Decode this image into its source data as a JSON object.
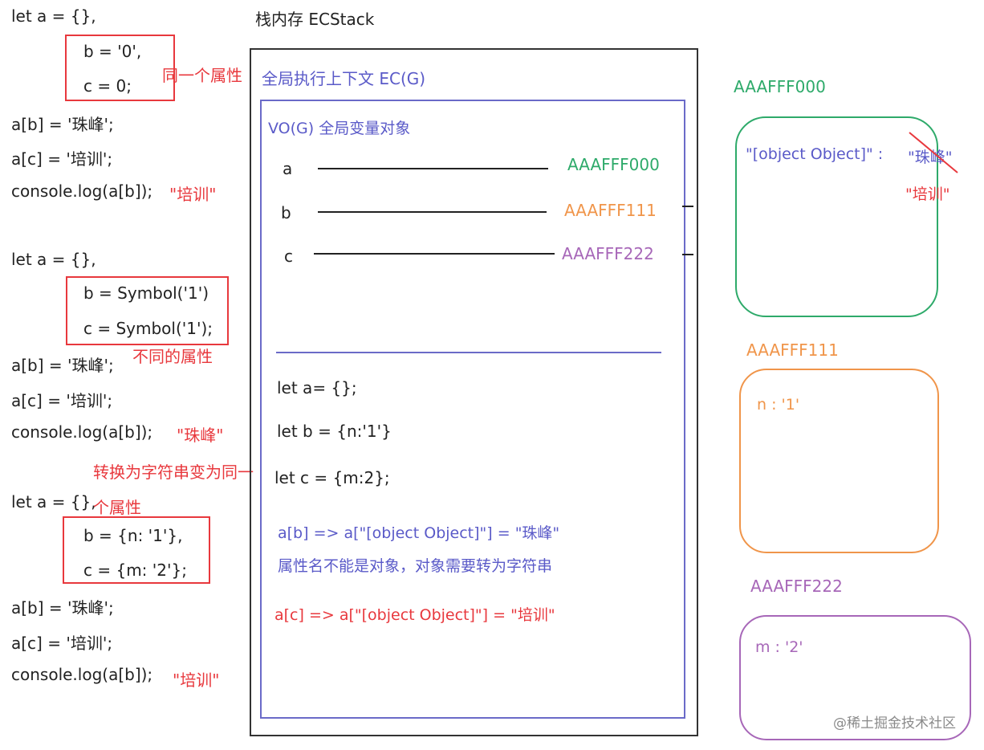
{
  "left": {
    "ex1": {
      "l1": "let a = {},",
      "l2": "b = '0',",
      "l3": "c = 0;",
      "note": "同一个属性",
      "l4": "a[b] = '珠峰';",
      "l5": "a[c] = '培训';",
      "l6": "console.log(a[b]);",
      "result": "\"培训\""
    },
    "ex2": {
      "l1": "let a = {},",
      "l2": "b = Symbol('1')",
      "l3": "c = Symbol('1');",
      "note": "不同的属性",
      "l4": "a[b] = '珠峰';",
      "l5": "a[c] = '培训';",
      "l6": "console.log(a[b]);",
      "result": "\"珠峰\""
    },
    "ex3": {
      "note1": "转换为字符串变为同一",
      "l1": "let a = {},",
      "note2": "个属性",
      "l2": "b = {n: '1'},",
      "l3": "c = {m: '2'};",
      "l4": "a[b] = '珠峰';",
      "l5": "a[c] = '培训';",
      "l6": "console.log(a[b]);",
      "result": "\"培训\""
    }
  },
  "stack": {
    "title": "栈内存 ECStack",
    "ec_title": "全局执行上下文 EC(G)",
    "vo_title": "VO(G) 全局变量对象",
    "vars": [
      {
        "name": "a",
        "addr": "AAAFFF000"
      },
      {
        "name": "b",
        "addr": "AAAFFF111"
      },
      {
        "name": "c",
        "addr": "AAAFFF222"
      }
    ],
    "code1": "let a= {};",
    "code2": "let b = {n:'1'}",
    "code3": "let c = {m:2};",
    "explain1": "a[b] => a[\"[object Object]\"] = \"珠峰\"",
    "explain2": "属性名不能是对象，对象需要转为字符串",
    "explain3": "a[c] => a[\"[object Object]\"] = \"培训\""
  },
  "heap": {
    "obj0": {
      "addr": "AAAFFF000",
      "key": "\"[object Object]\" : ",
      "old": "\"珠峰\"",
      "new": "\"培训\""
    },
    "obj1": {
      "addr": "AAAFFF111",
      "content": "n : '1'"
    },
    "obj2": {
      "addr": "AAAFFF222",
      "content": "m : '2'"
    }
  },
  "watermark": "@稀土掘金技术社区",
  "colors": {
    "red": "#e8383d",
    "blue": "#5a5ac8",
    "green": "#2eaa6a",
    "orange": "#f0954a",
    "purple": "#a767b8"
  }
}
